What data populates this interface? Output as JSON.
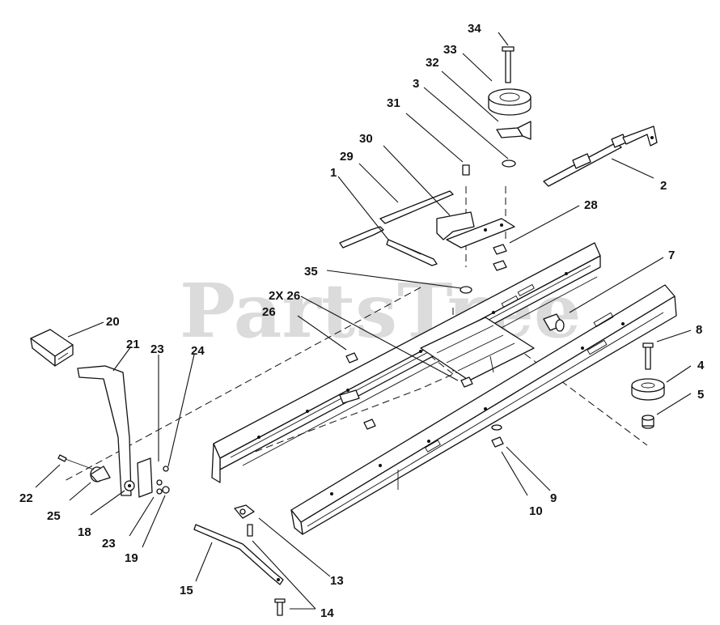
{
  "watermark": "PartsTree",
  "labels": {
    "l1": "1",
    "l2": "2",
    "l3": "3",
    "l4": "4",
    "l5": "5",
    "l7": "7",
    "l8": "8",
    "l9": "9",
    "l10": "10",
    "l13": "13",
    "l14": "14",
    "l15": "15",
    "l18": "18",
    "l19": "19",
    "l20": "20",
    "l21": "21",
    "l22": "22",
    "l23a": "23",
    "l23b": "23",
    "l24": "24",
    "l25": "25",
    "l26": "26",
    "l2x26": "2X 26",
    "l28": "28",
    "l29": "29",
    "l30": "30",
    "l31": "31",
    "l32": "32",
    "l33": "33",
    "l34": "34",
    "l35": "35"
  }
}
